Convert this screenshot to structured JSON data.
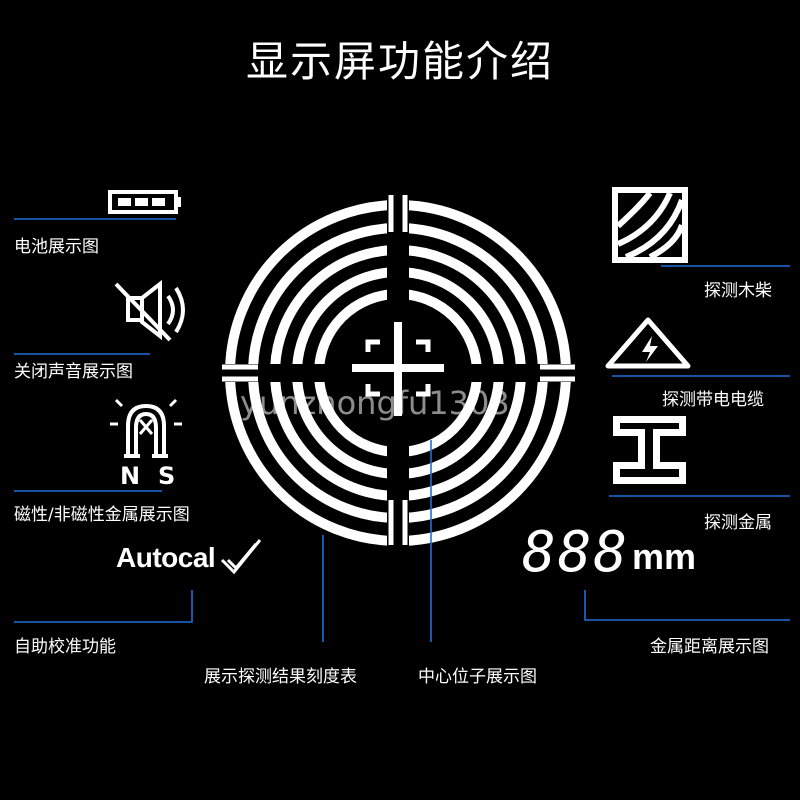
{
  "title": "显示屏功能介绍",
  "labels": {
    "battery": "电池展示图",
    "mute": "关闭声音展示图",
    "magnetic": "磁性/非磁性金属展示图",
    "autocal": "自助校准功能",
    "scale": "展示探测结果刻度表",
    "center": "中心位子展示图",
    "wood": "探测木柴",
    "cable": "探测带电电缆",
    "metal": "探测金属",
    "distance": "金属距离展示图"
  },
  "icons": {
    "battery": "battery-icon",
    "mute": "speaker-muted-icon",
    "magnet": "magnet-icon",
    "check": "check-icon",
    "wood": "wood-grain-icon",
    "cable": "high-voltage-icon",
    "metal": "i-beam-icon"
  },
  "magnet_poles": {
    "n": "N",
    "s": "S"
  },
  "autocal_text": "Autocal",
  "distance_display": {
    "digits": "888",
    "unit": "mm"
  },
  "watermark": "yunzhongfu1303",
  "colors": {
    "background": "#000000",
    "foreground": "#ffffff",
    "accent_line": "#1e6fd9"
  }
}
